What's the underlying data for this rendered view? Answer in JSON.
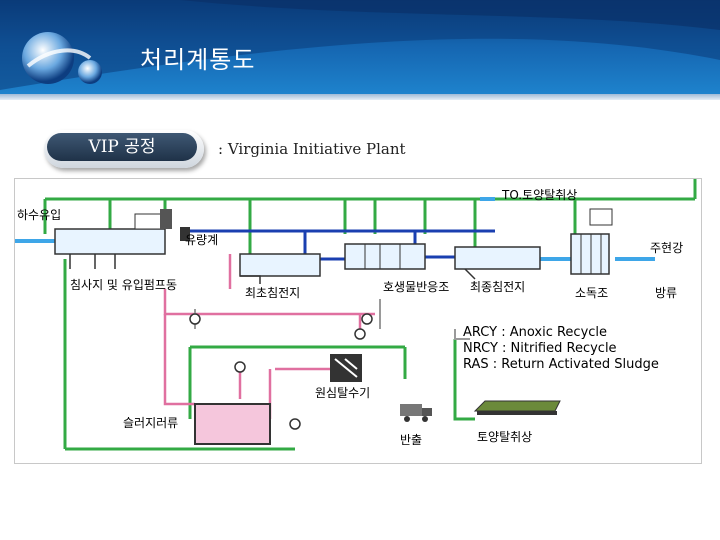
{
  "header": {
    "title": "처리계통도"
  },
  "badge": {
    "label": "VIP 공정"
  },
  "subtitle": ": Virginia Initiative Plant",
  "diagram": {
    "labels": {
      "influent": "하수유입",
      "grit": "침사지 및 유입펌프동",
      "flowmeter": "유량계",
      "primary": "최초침전지",
      "bioreactor": "호생물반응조",
      "secondary": "최종침전지",
      "disinfect": "소독조",
      "discharge": "방류",
      "river": "주현강",
      "topsoil_to": "TO.토양탈취상",
      "dewater": "원심탈수기",
      "sludge_tank": "슬러지러류",
      "carryout": "반출",
      "soilbed": "토양탈취상"
    },
    "legend": [
      "ARCY : Anoxic Recycle",
      "NRCY : Nitrified Recycle",
      "RAS : Return Activated Sludge"
    ]
  },
  "colors": {
    "water": "#1a3fb0",
    "air": "#33aa44",
    "sludge": "#e070a0",
    "return": "#9a9a9a",
    "influent": "#3ea6e8"
  }
}
